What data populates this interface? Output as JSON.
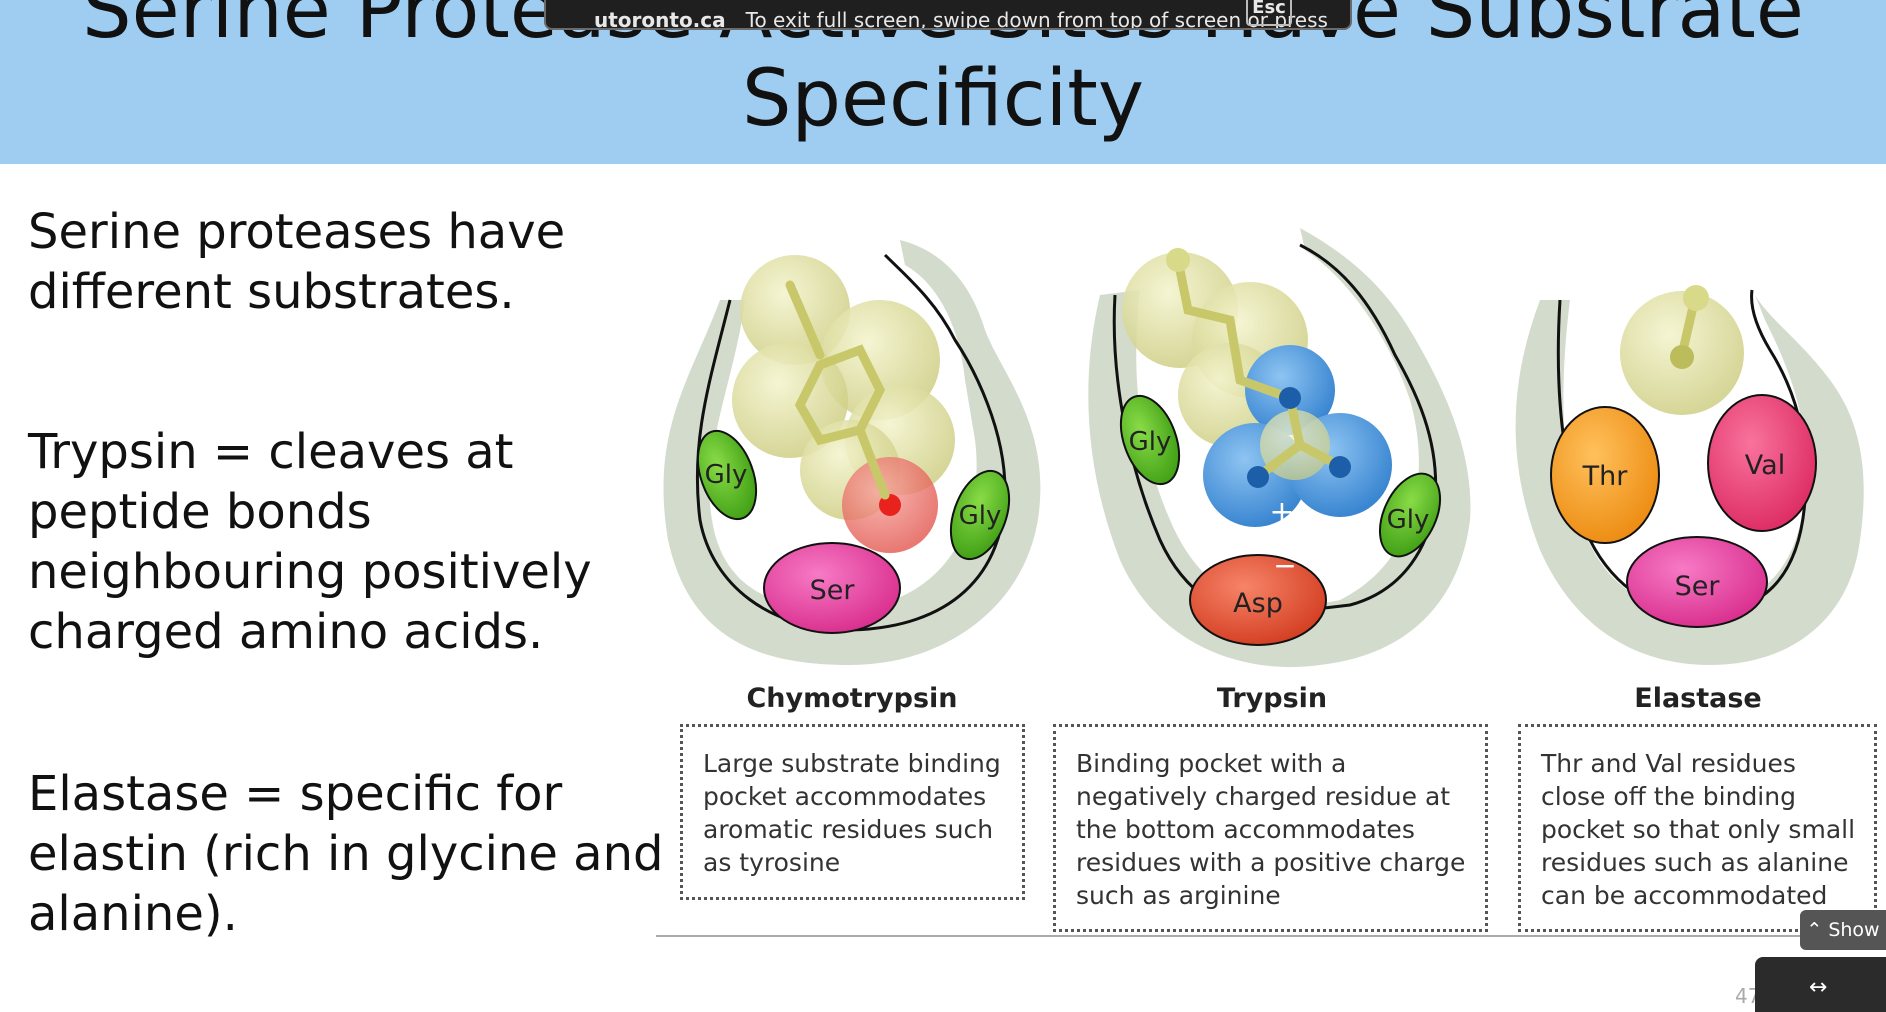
{
  "title": {
    "line1": "Serine Protease Active Sites Have Substrate",
    "line2": "Specificity"
  },
  "fullscreen_banner": {
    "domain": "utoronto.ca",
    "message": "To exit full screen, swipe down from top of screen or press",
    "key": "Esc"
  },
  "bullets": [
    "Serine proteases have different substrates.",
    "Trypsin = cleaves at peptide bonds neighbouring positively charged amino acids.",
    "Elastase = specific for elastin (rich in glycine and alanine)."
  ],
  "panels": [
    {
      "name": "Chymotrypsin",
      "residues": [
        "Gly",
        "Gly",
        "Ser"
      ],
      "description": "Large substrate binding pocket accommodates aromatic residues such as tyrosine"
    },
    {
      "name": "Trypsin",
      "residues": [
        "Gly",
        "Gly",
        "Asp"
      ],
      "charges": [
        "+",
        "−"
      ],
      "description": "Binding pocket with a negatively charged residue at the bottom accommodates residues with a positive charge such as arginine"
    },
    {
      "name": "Elastase",
      "residues": [
        "Thr",
        "Val",
        "Ser"
      ],
      "description": "Thr and Val residues close off the binding pocket so that only small residues such as alanine can be accommodated"
    }
  ],
  "controls": {
    "show_label": "Show",
    "page_number": "47"
  },
  "colors": {
    "header_bg": "#9fcdf1",
    "gly": "#4fb81e",
    "ser": "#e8359c",
    "asp": "#e04a2c",
    "thr": "#f59a1a",
    "val": "#e5326f",
    "substrate": "#e6e6a8",
    "positive": "#3d8fd8",
    "oxygen": "#e8322a",
    "pocket": "#d3dccc"
  }
}
